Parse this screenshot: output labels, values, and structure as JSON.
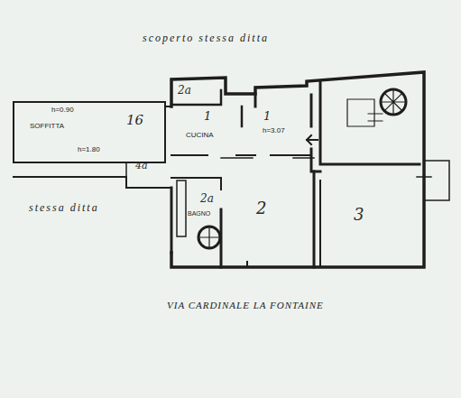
{
  "diagram": {
    "nodes": [
      {
        "text": [
          "SOFFITTA",
          "h=0.90",
          "16",
          "h=1.80"
        ]
      },
      {
        "text": [
          "2a"
        ]
      },
      {
        "text": [
          "1",
          "CUCINA"
        ]
      },
      {
        "text": [
          "1",
          "h=3.07"
        ]
      },
      {
        "text": [
          "BAGNO",
          "2a"
        ]
      },
      {
        "text": [
          "2"
        ]
      },
      {
        "text": [
          "3"
        ]
      }
    ],
    "labels": [
      "scoperto stessa ditta",
      "stessa ditta",
      "4a",
      "VIA CARDINALE LA FONTAINE"
    ]
  }
}
